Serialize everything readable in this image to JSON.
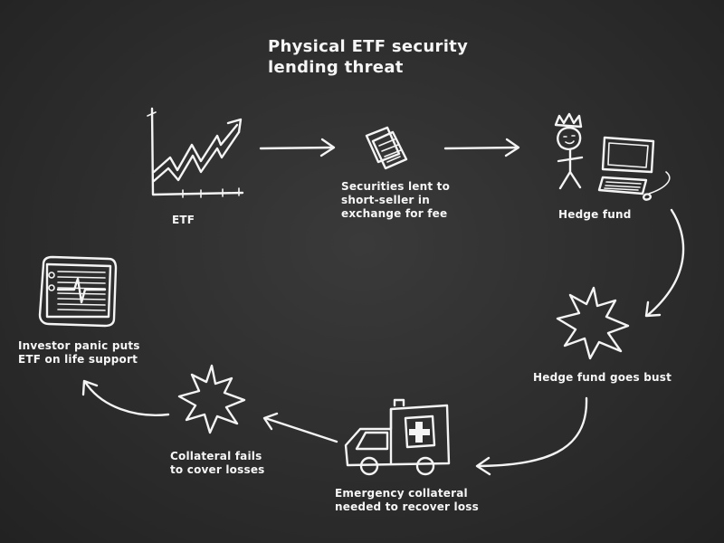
{
  "diagram": {
    "title_line1": "Physical ETF security",
    "title_line2": "lending threat",
    "nodes": [
      {
        "id": "etf",
        "label_lines": [
          "ETF"
        ],
        "icon": "stock-chart-icon"
      },
      {
        "id": "lending",
        "label_lines": [
          "Securities lent to",
          "short-seller in",
          "exchange for fee"
        ],
        "icon": "documents-icon"
      },
      {
        "id": "hedge-fund",
        "label_lines": [
          "Hedge fund"
        ],
        "icon": "trader-computer-icon"
      },
      {
        "id": "bust",
        "label_lines": [
          "Hedge fund goes bust"
        ],
        "icon": "explosion-icon"
      },
      {
        "id": "emergency",
        "label_lines": [
          "Emergency collateral",
          "needed to recover loss"
        ],
        "icon": "ambulance-icon"
      },
      {
        "id": "collateral-fails",
        "label_lines": [
          "Collateral fails",
          "to cover losses"
        ],
        "icon": "explosion-icon"
      },
      {
        "id": "life-support",
        "label_lines": [
          "Investor panic puts",
          "ETF on life support"
        ],
        "icon": "heart-monitor-icon"
      }
    ],
    "edges": [
      {
        "from": "etf",
        "to": "lending"
      },
      {
        "from": "lending",
        "to": "hedge-fund"
      },
      {
        "from": "hedge-fund",
        "to": "bust"
      },
      {
        "from": "bust",
        "to": "emergency"
      },
      {
        "from": "emergency",
        "to": "collateral-fails"
      },
      {
        "from": "collateral-fails",
        "to": "life-support"
      }
    ],
    "colors": {
      "background": "#2b2b2b",
      "chalk": "#f4f4f4"
    }
  }
}
